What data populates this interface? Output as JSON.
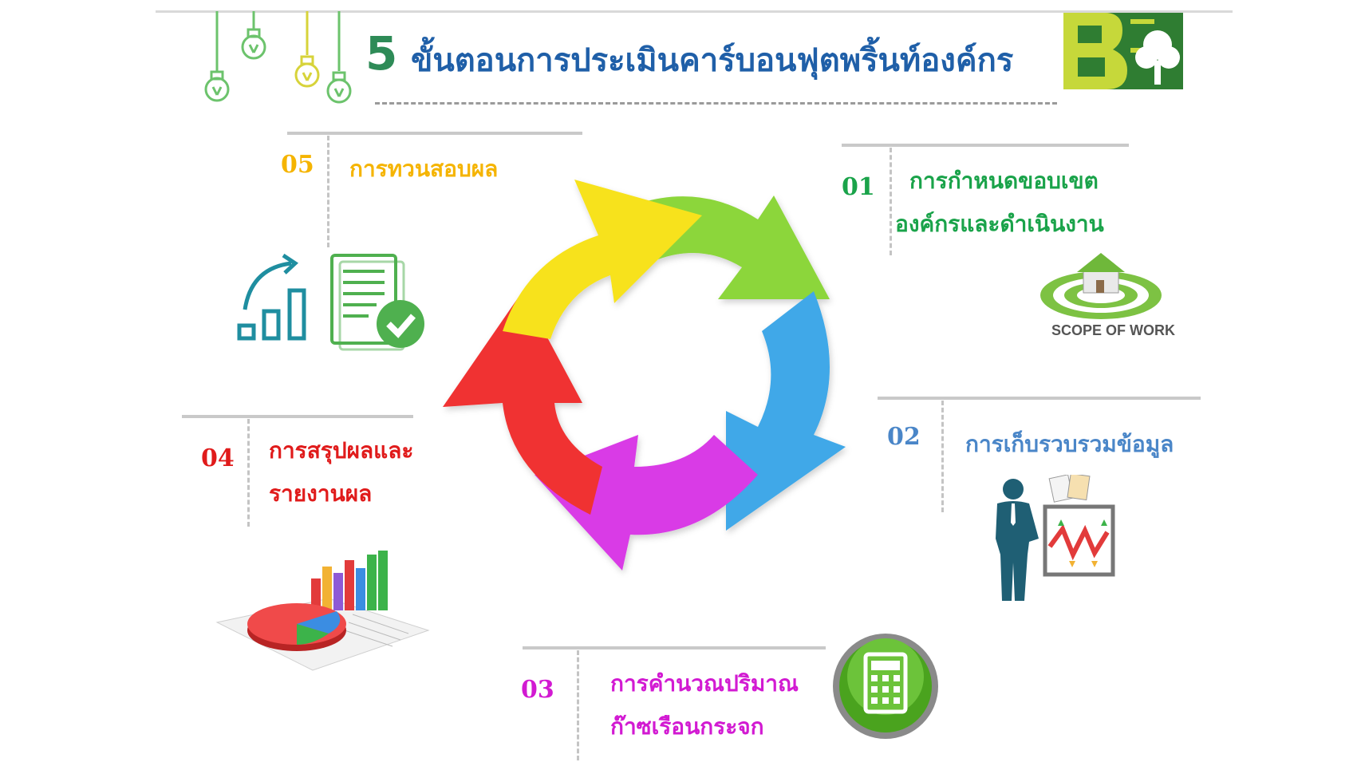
{
  "header": {
    "number": "5",
    "title": "ขั้นตอนการประเมินคาร์บอนฟุตพริ้นท์องค์กร"
  },
  "steps": [
    {
      "num": "01",
      "lines": [
        "การกำหนดขอบเขต",
        "องค์กรและดำเนินงาน"
      ],
      "color": "#1aa34a"
    },
    {
      "num": "02",
      "lines": [
        "การเก็บรวบรวมข้อมูล"
      ],
      "color": "#4a86c8"
    },
    {
      "num": "03",
      "lines": [
        "การคำนวณปริมาณ",
        "ก๊าซเรือนกระจก"
      ],
      "color": "#d21ad2"
    },
    {
      "num": "04",
      "lines": [
        "การสรุปผลและ",
        "รายงานผล"
      ],
      "color": "#e01b1b"
    },
    {
      "num": "05",
      "lines": [
        "การทวนสอบผล"
      ],
      "color": "#f5b400"
    }
  ],
  "scope_icon": {
    "label": "SCOPE OF WORK"
  },
  "cycle_colors": {
    "yellow": "#f7e21b",
    "green": "#8cd63a",
    "blue": "#3fa8e8",
    "magenta": "#d93be6",
    "red": "#f03030"
  },
  "icons": [
    "light-bulb-icon",
    "logo-icon",
    "growth-chart-icon",
    "document-check-icon",
    "house-target-icon",
    "businessman-chart-icon",
    "calculator-icon",
    "pie-bar-chart-icon"
  ]
}
